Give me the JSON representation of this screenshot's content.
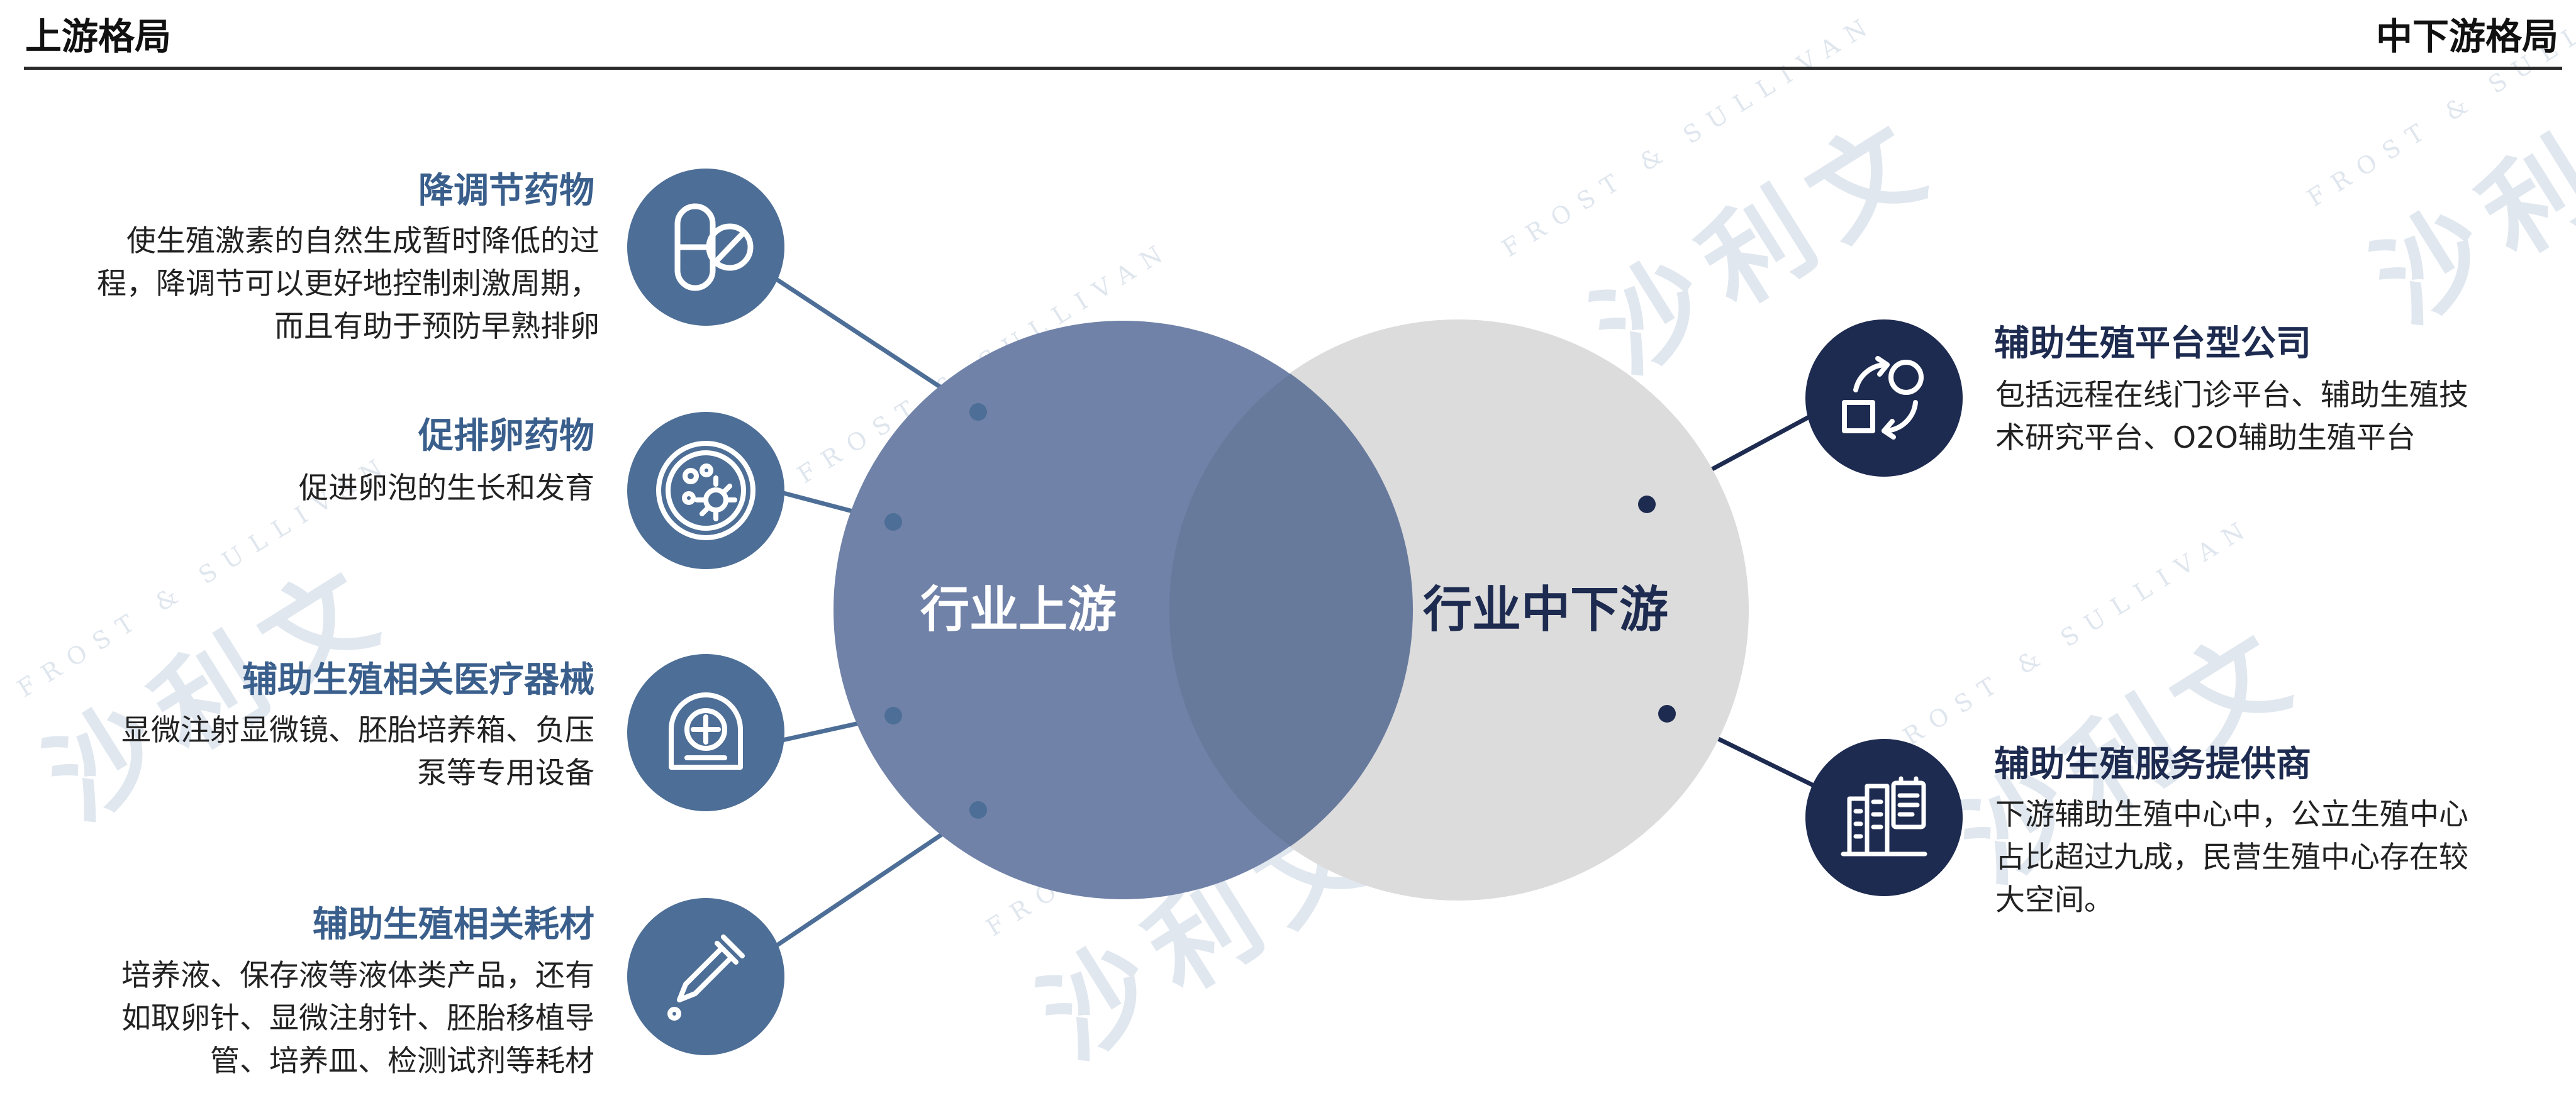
{
  "header": {
    "left_title": "上游格局",
    "right_title": "中下游格局"
  },
  "circles": {
    "upstream_label": "行业上游",
    "downstream_label": "行业中下游"
  },
  "left_items": [
    {
      "title": "降调节药物",
      "desc_lines": [
        "使生殖激素的自然生成暂时降低的过",
        "程，降调节可以更好地控制刺激周期，",
        "而且有助于预防早熟排卵"
      ],
      "icon": "pill-capsule-icon"
    },
    {
      "title": "促排卵药物",
      "desc_lines": [
        "促进卵泡的生长和发育"
      ],
      "icon": "petri-dish-icon"
    },
    {
      "title": "辅助生殖相关医疗器械",
      "desc_lines": [
        "显微注射显微镜、胚胎培养箱、负压",
        "泵等专用设备"
      ],
      "icon": "mri-scanner-icon"
    },
    {
      "title": "辅助生殖相关耗材",
      "desc_lines": [
        "培养液、保存液等液体类产品，还有",
        "如取卵针、显微注射针、胚胎移植导",
        "管、培养皿、检测试剂等耗材"
      ],
      "icon": "dropper-icon"
    }
  ],
  "right_items": [
    {
      "title": "辅助生殖平台型公司",
      "desc_lines": [
        "包括远程在线门诊平台、辅助生殖技",
        "术研究平台、O2O辅助生殖平台"
      ],
      "icon": "platform-cycle-icon"
    },
    {
      "title": "辅助生殖服务提供商",
      "desc_lines": [
        "下游辅助生殖中心中，公立生殖中心",
        "占比超过九成，民营生殖中心存在较",
        "大空间。"
      ],
      "icon": "building-clipboard-icon"
    }
  ],
  "watermark": {
    "en": "FROST & SULLIVAN",
    "cn": "沙利文"
  },
  "colors": {
    "upstream_circle": "#7082a8",
    "downstream_circle": "#dcdcdc",
    "overlap": "#687a9c",
    "left_icon_bg": "#4d6e96",
    "right_icon_bg": "#1e2b50",
    "left_title": "#3a5f8c",
    "right_title": "#1e2b50",
    "connector_left": "#4d6e96",
    "connector_right": "#1e2b50"
  }
}
